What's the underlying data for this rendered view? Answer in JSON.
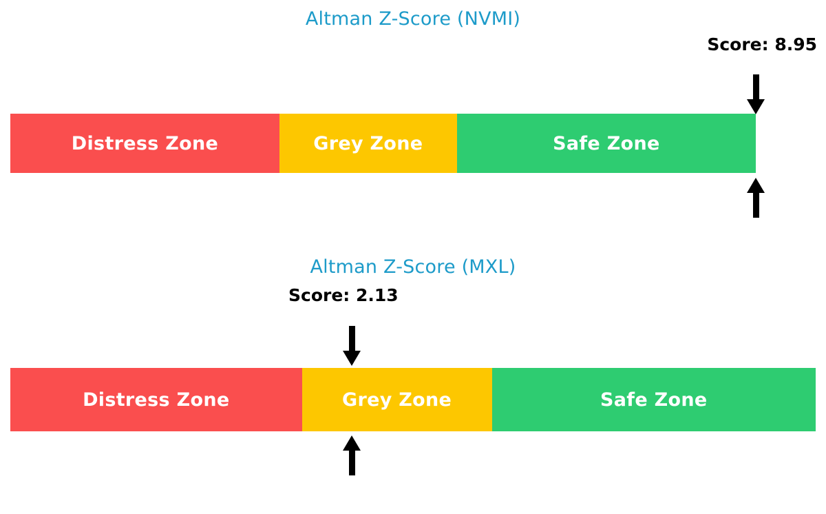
{
  "page": {
    "background": "#ffffff",
    "title_color": "#1d9bc9",
    "score_color": "#000000",
    "arrow_color": "#000000"
  },
  "chart_data": [
    {
      "type": "bar",
      "title": "Altman Z-Score (NVMI)",
      "ticker": "NVMI",
      "score_label": "Score: 8.95",
      "score_value": 8.95,
      "orientation": "horizontal-stacked",
      "xlabel": "",
      "ylabel": "",
      "grid": false,
      "legend": "none",
      "marker": {
        "type": "arrow-pair",
        "position_value": 8.95,
        "above_label": "Score: 8.95",
        "arrow_down": "arrow-down-icon",
        "arrow_up": "arrow-up-icon"
      },
      "categories": [
        "Distress Zone",
        "Grey Zone",
        "Safe Zone"
      ],
      "values": [
        37.5,
        23.8,
        38.7
      ],
      "segments": [
        {
          "label": "Distress Zone",
          "color": "#fa4e4e",
          "width_pct": 36.1
        },
        {
          "label": "Grey Zone",
          "color": "#fdc700",
          "width_pct": 23.8
        },
        {
          "label": "Safe Zone",
          "color": "#2ecc71",
          "width_pct": 40.1
        }
      ]
    },
    {
      "type": "bar",
      "title": "Altman Z-Score (MXL)",
      "ticker": "MXL",
      "score_label": "Score: 2.13",
      "score_value": 2.13,
      "orientation": "horizontal-stacked",
      "xlabel": "",
      "ylabel": "",
      "grid": false,
      "legend": "none",
      "marker": {
        "type": "arrow-pair",
        "position_value": 2.13,
        "above_label": "Score: 2.13",
        "arrow_down": "arrow-down-icon",
        "arrow_up": "arrow-up-icon"
      },
      "categories": [
        "Distress Zone",
        "Grey Zone",
        "Safe Zone"
      ],
      "values": [
        36.2,
        23.6,
        40.2
      ],
      "segments": [
        {
          "label": "Distress Zone",
          "color": "#fa4e4e",
          "width_pct": 36.2
        },
        {
          "label": "Grey Zone",
          "color": "#fdc700",
          "width_pct": 23.6
        },
        {
          "label": "Safe Zone",
          "color": "#2ecc71",
          "width_pct": 40.2
        }
      ]
    }
  ]
}
